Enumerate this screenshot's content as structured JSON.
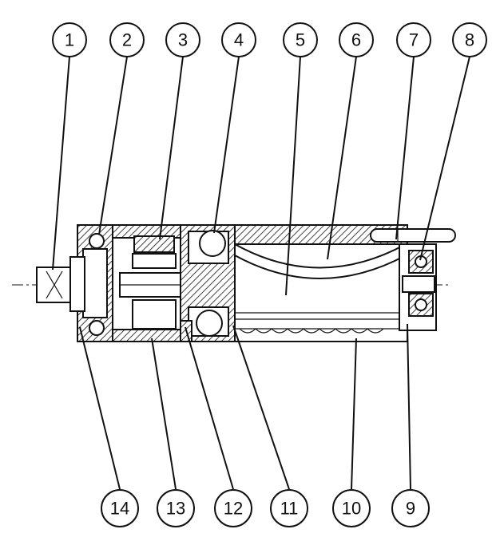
{
  "callouts_top": [
    "1",
    "2",
    "3",
    "4",
    "5",
    "6",
    "7",
    "8"
  ],
  "callouts_bottom": [
    "14",
    "13",
    "12",
    "11",
    "10",
    "9"
  ]
}
